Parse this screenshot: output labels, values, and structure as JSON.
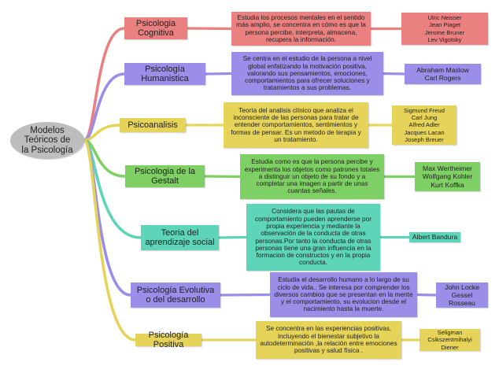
{
  "root": {
    "label": "Modelos\nTeóricos de\nla Psicología"
  },
  "branches": [
    {
      "id": "cognitiva",
      "color": "#ea8080",
      "title": "Psicologia\nCognitiva",
      "description": "Estudia los procesos mentales en el sentido más amplio, se concentra en cómo es que la persona percibe, interpreta, almacena, recupera la información.",
      "authors": [
        "Ulric Neisser",
        "Jean Piaget",
        "Jerome Bruner",
        "Lev Vigotsky"
      ]
    },
    {
      "id": "humanistica",
      "color": "#9b8ee8",
      "title": "Psicología\nHumanistica",
      "description": "Se centra en el estudio de la persona a nivel global enfatizando la motivación positiva, valorando sus pensamientos, emociones, comportamientos para ofrecer soluciones y tratamientos a sus problemas.",
      "authors": [
        "Abraham Maslow",
        "Carl Rogers"
      ]
    },
    {
      "id": "psicoanalisis",
      "color": "#e6d45a",
      "title": "Psicoanalisis",
      "description": "Teoría del analisis clínico que analiza el inconsciente de las personas para tratar de entender comportamientos, sentimientos y formas de pensar. Es un metodo de terapia y un tratamiento.",
      "authors": [
        "Sigmund Freud",
        "Carl Jung",
        "Alfred Adler",
        "Jacques Lacan",
        "Joseph Breuer"
      ]
    },
    {
      "id": "gestalt",
      "color": "#7fd064",
      "title": "Psicologia de la\nGestalt",
      "description": "Estudia como es que la persona percibe y experimenta los objetos como patrones totales a distinguir un objeto de su fondo y a completar una imagen a partir de unas cuantas señales.",
      "authors": [
        "Max Wertheimer",
        "Wolfgang Kohler",
        "Kurt Koffka"
      ]
    },
    {
      "id": "aprendizaje",
      "color": "#5ed5b8",
      "title": "Teoria del\naprendizaje social",
      "description": "Considera que las pautas de comportamiento pueden aprenderse por propia experiencia y mediante la observación de la conducta de otras personas.Por tanto la conducta de otras personas tiene una gran influencia en la formacion de constructos y en la propia conducta.",
      "authors": [
        "Albert Bandura"
      ]
    },
    {
      "id": "evolutiva",
      "color": "#9b8ee8",
      "title": "Psicología Evolutiva\no del desarrollo",
      "description": "Estudia el desarrollo humano a lo largo de su ciclo de vida.. Se interesa por comprender los diversos cambios que se presentan en la mente y el comportamiento, su evolucion desde el nacimiento hasta la muerte.",
      "authors": [
        "John Locke",
        "Gessel",
        "Rosseau"
      ]
    },
    {
      "id": "positiva",
      "color": "#e6d45a",
      "title": "Psicología Positiva",
      "description": "Se concentra en las experiencias positivas, incluyendo el bienestar subjetivo la autodeterminación ,la relación entre emociones positivas y salud física .",
      "authors": [
        "Seligman",
        "Csikszentmihalyi",
        "Diener"
      ]
    }
  ]
}
